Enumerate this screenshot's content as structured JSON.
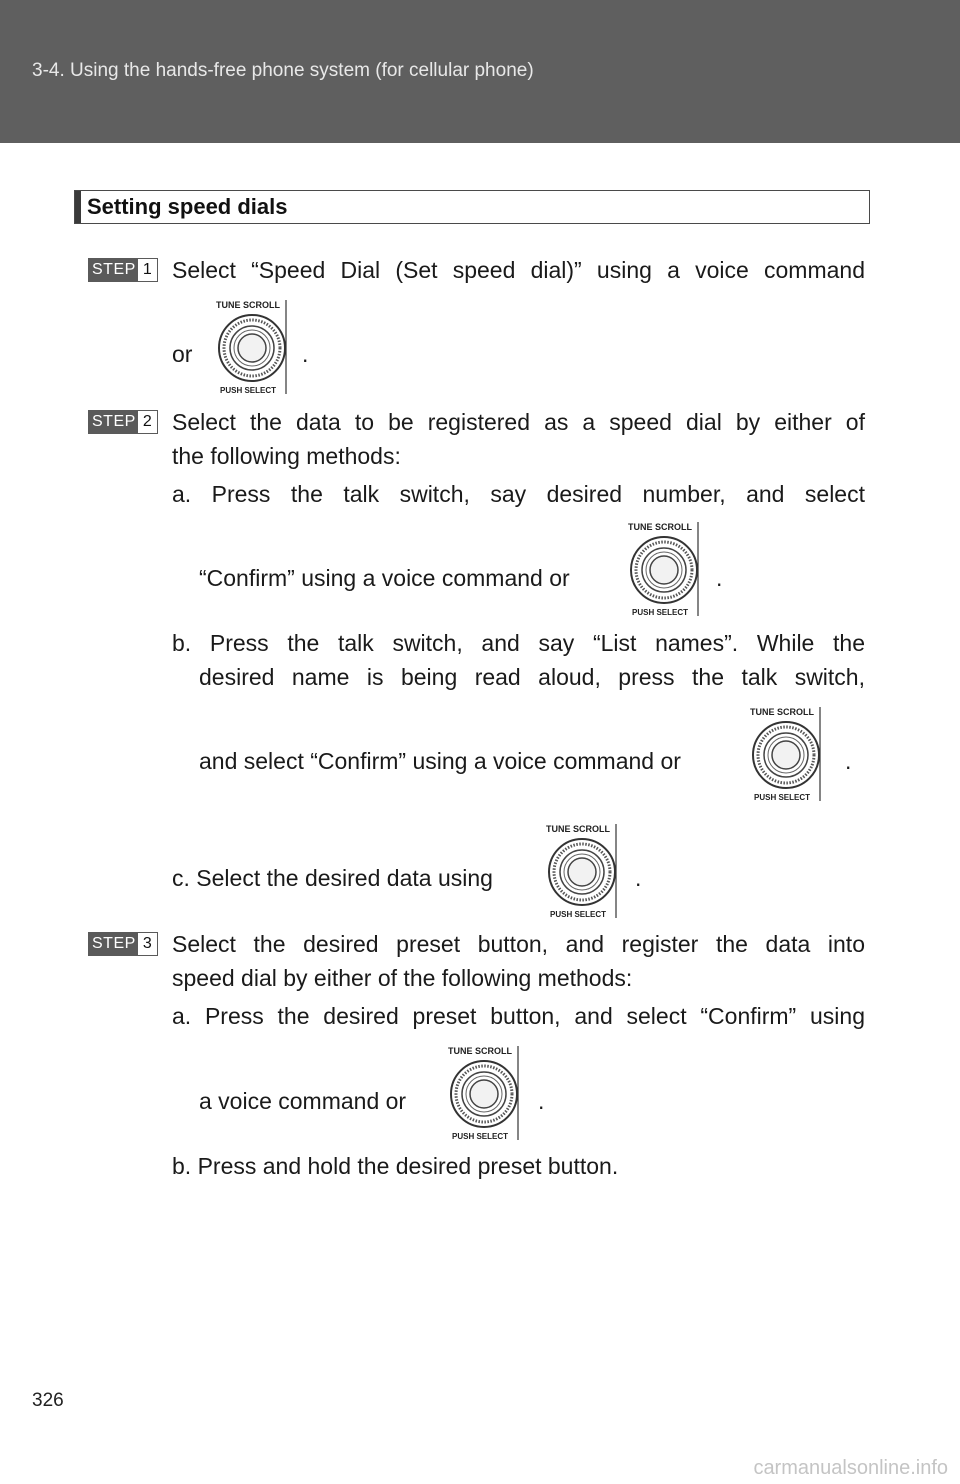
{
  "header": {
    "section": "3-4. Using the hands-free phone system (for cellular phone)"
  },
  "section_title": "Setting speed dials",
  "knob_labels": {
    "top": "TUNE SCROLL",
    "bottom": "PUSH SELECT"
  },
  "steps": [
    {
      "word": "STEP",
      "num": "1",
      "line1": "Select “Speed Dial (Set speed dial)” using a voice command",
      "line2_before": "or",
      "line2_after": "."
    },
    {
      "word": "STEP",
      "num": "2",
      "line1": "Select the data to be registered as a speed dial by either of",
      "line2": "the following methods:",
      "a_line1": "a. Press the talk switch, say desired number, and select",
      "a_line2_before": "“Confirm” using a voice command or",
      "a_line2_after": ".",
      "b_line1": "b. Press the talk switch, and say “List names”. While the",
      "b_line2": "desired name is being read aloud, press the talk switch,",
      "b_line3_before": "and select “Confirm” using a voice command or",
      "b_line3_after": ".",
      "c_line_before": "c. Select the desired data using",
      "c_line_after": "."
    },
    {
      "word": "STEP",
      "num": "3",
      "line1": "Select the desired preset button, and register the data into",
      "line2": "speed dial by either of the following methods:",
      "a_line1": "a. Press the desired preset button, and select “Confirm” using",
      "a_line2_before": "a voice command or",
      "a_line2_after": ".",
      "b_line": "b. Press and hold the desired preset button."
    }
  ],
  "page_number": "326",
  "watermark": "carmanualsonline.info"
}
